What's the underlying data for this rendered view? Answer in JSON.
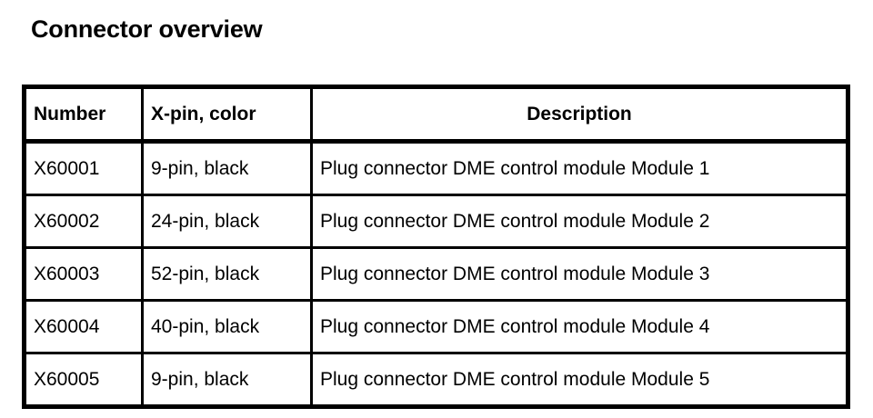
{
  "page": {
    "title": "Connector overview",
    "background_color": "#ffffff",
    "text_color": "#000000",
    "border_color": "#000000"
  },
  "table": {
    "columns": [
      {
        "key": "number",
        "label": "Number",
        "align": "left"
      },
      {
        "key": "xpin",
        "label": "X-pin, color",
        "align": "left"
      },
      {
        "key": "description",
        "label": "Description",
        "align": "center"
      }
    ],
    "rows": [
      {
        "number": "X60001",
        "xpin": "9-pin, black",
        "description": "Plug connector DME control module Module 1"
      },
      {
        "number": "X60002",
        "xpin": "24-pin, black",
        "description": "Plug connector DME control module Module 2"
      },
      {
        "number": "X60003",
        "xpin": "52-pin, black",
        "description": "Plug connector DME control module Module 3"
      },
      {
        "number": "X60004",
        "xpin": "40-pin, black",
        "description": "Plug connector DME control module Module 4"
      },
      {
        "number": "X60005",
        "xpin": "9-pin, black",
        "description": "Plug connector DME control module Module 5"
      }
    ]
  }
}
